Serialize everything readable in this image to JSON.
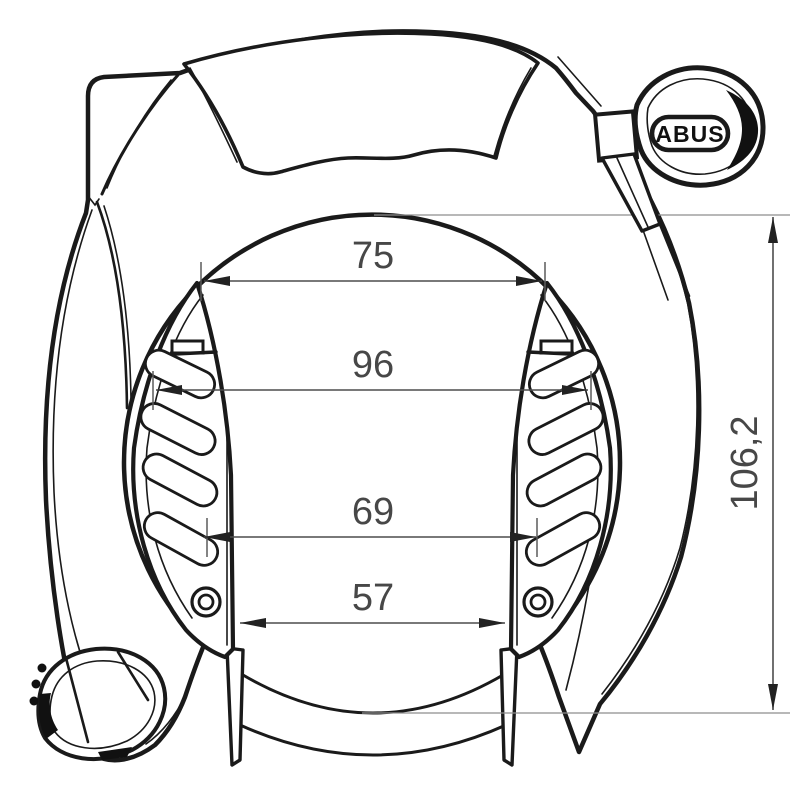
{
  "diagram": {
    "type": "technical-drawing",
    "brand_label": "ABUS",
    "dimensions": {
      "top_inner_width": "75",
      "max_inner_width": "96",
      "mid_inner_width": "69",
      "gate_width": "57",
      "overall_height": "106,2"
    },
    "colors": {
      "outline": "#1a1a1a",
      "dimension_line": "#4d4d4d",
      "extension_line": "#8d8d8d",
      "label_text": "#474747",
      "key_fill": "#111111",
      "background": "#ffffff"
    }
  }
}
